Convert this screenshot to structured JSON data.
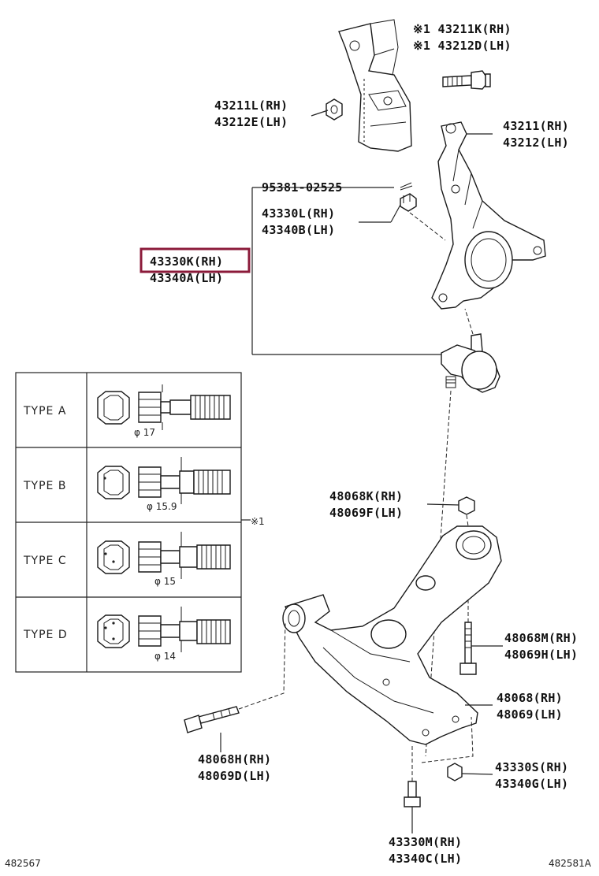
{
  "diagram": {
    "highlight_color": "#8b1a3a",
    "callouts": {
      "c_43211k": {
        "rh": "※1 43211K(RH)",
        "lh": "※1 43212D(LH)"
      },
      "c_43211l": {
        "rh": "43211L(RH)",
        "lh": "43212E(LH)"
      },
      "c_43211": {
        "rh": "43211(RH)",
        "lh": "43212(LH)"
      },
      "c_95381": {
        "single": "95381-02525"
      },
      "c_43330l": {
        "rh": "43330L(RH)",
        "lh": "43340B(LH)"
      },
      "c_43330k": {
        "rh": "43330K(RH)",
        "lh": "43340A(LH)"
      },
      "c_48068k": {
        "rh": "48068K(RH)",
        "lh": "48069F(LH)"
      },
      "c_48068m": {
        "rh": "48068M(RH)",
        "lh": "48069H(LH)"
      },
      "c_48068": {
        "rh": "48068(RH)",
        "lh": "48069(LH)"
      },
      "c_48068h": {
        "rh": "48068H(RH)",
        "lh": "48069D(LH)"
      },
      "c_43330s": {
        "rh": "43330S(RH)",
        "lh": "43340G(LH)"
      },
      "c_43330m": {
        "rh": "43330M(RH)",
        "lh": "43340C(LH)"
      }
    },
    "type_table": {
      "note_mark": "※1",
      "rows": [
        {
          "type": "TYPE A",
          "diameter": "φ 17"
        },
        {
          "type": "TYPE B",
          "diameter": "φ 15.9"
        },
        {
          "type": "TYPE C",
          "diameter": "φ 15"
        },
        {
          "type": "TYPE D",
          "diameter": "φ 14"
        }
      ]
    },
    "footer": {
      "left_id": "482567",
      "right_id": "482581A"
    }
  }
}
